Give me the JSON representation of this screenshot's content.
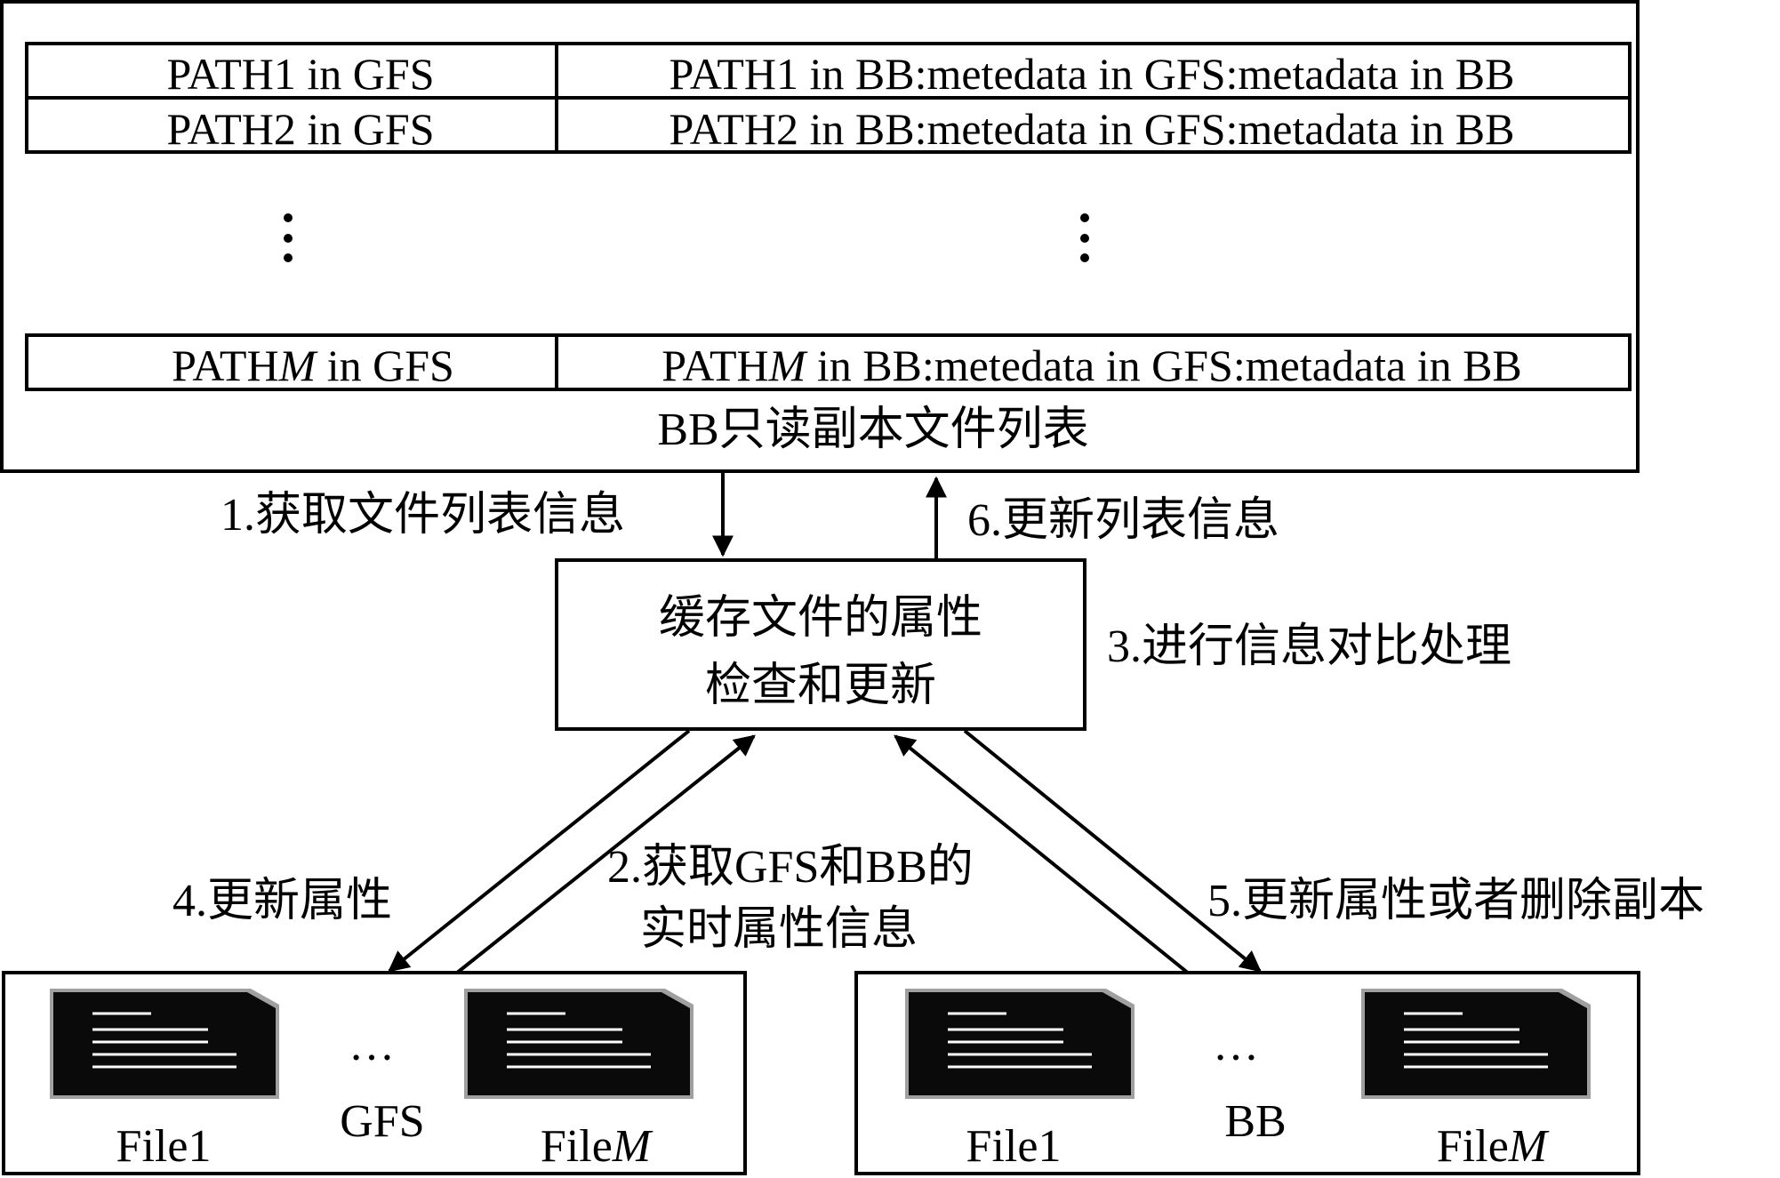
{
  "file_list": {
    "caption": "BB只读副本文件列表",
    "rows": [
      {
        "gfs_prefix": "PATH1",
        "gfs_italic": "",
        "gfs_suffix": " in GFS",
        "bb_prefix": "PATH1",
        "bb_italic": "",
        "bb_suffix": " in BB:metedata in GFS:metadata in BB"
      },
      {
        "gfs_prefix": "PATH2",
        "gfs_italic": "",
        "gfs_suffix": " in GFS",
        "bb_prefix": "PATH2",
        "bb_italic": "",
        "bb_suffix": " in BB:metedata in GFS:metadata in BB"
      },
      {
        "gfs_prefix": "PATH",
        "gfs_italic": "M",
        "gfs_suffix": " in GFS",
        "bb_prefix": "PATH",
        "bb_italic": "M",
        "bb_suffix": " in BB:metedata in GFS:metadata in BB"
      }
    ]
  },
  "process_box": {
    "line1": "缓存文件的属性",
    "line2": "检查和更新"
  },
  "steps": {
    "step1": "1.获取文件列表信息",
    "step2_line1": "2.获取GFS和BB的",
    "step2_line2": "实时属性信息",
    "step3": "3.进行信息对比处理",
    "step4": "4.更新属性",
    "step5": "5.更新属性或者删除副本",
    "step6": "6.更新列表信息"
  },
  "gfs_box": {
    "label": "GFS",
    "ellipsis": "…",
    "file_first": "File1",
    "file_last_prefix": "File",
    "file_last_italic": "M"
  },
  "bb_box": {
    "label": "BB",
    "ellipsis": "…",
    "file_first": "File1",
    "file_last_prefix": "File",
    "file_last_italic": "M"
  }
}
